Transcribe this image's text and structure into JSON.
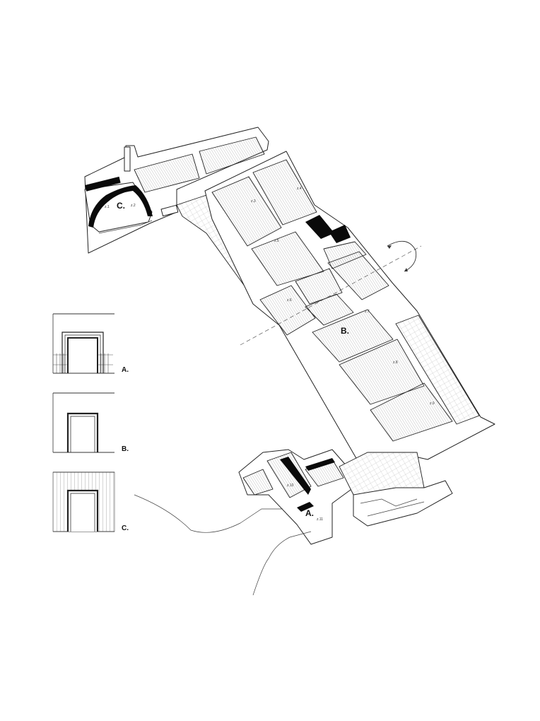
{
  "labels": {
    "A": "A.",
    "B": "B.",
    "C": "C."
  },
  "detail_panels": [
    {
      "id": "A",
      "label": "A."
    },
    {
      "id": "B",
      "label": "B."
    },
    {
      "id": "C",
      "label": "C."
    }
  ]
}
